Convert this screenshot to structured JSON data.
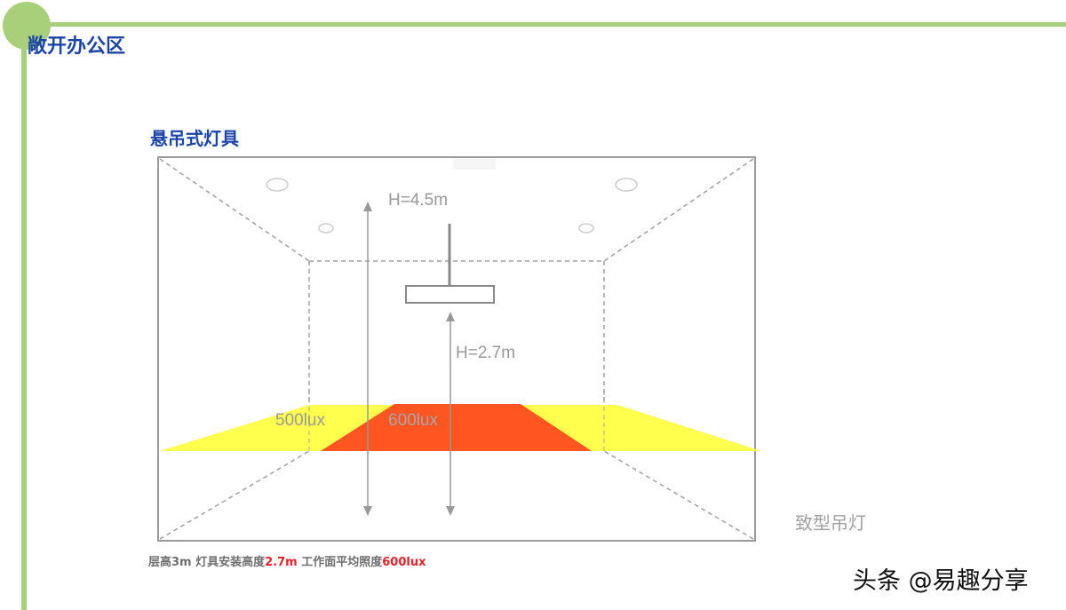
{
  "page": {
    "title": "敞开办公区",
    "accent_color": "#a8d07a",
    "title_color": "#1a44a8"
  },
  "section": {
    "title": "悬吊式灯具"
  },
  "diagram": {
    "labels": {
      "total_height": "H=4.5m",
      "mount_height": "H=2.7m",
      "outer_lux": "500lux",
      "inner_lux": "600lux"
    },
    "colors": {
      "outer_zone": "#ffff44",
      "inner_zone": "#ff5520",
      "lines": "#999999"
    },
    "fixture_name": "致型吊灯"
  },
  "caption": {
    "part1": "层高3m  灯具安装高度",
    "value1": "2.7m",
    "part2": " 工作面平均照度",
    "value2": "600lux"
  },
  "watermark": {
    "text": "头条 @易趣分享"
  }
}
